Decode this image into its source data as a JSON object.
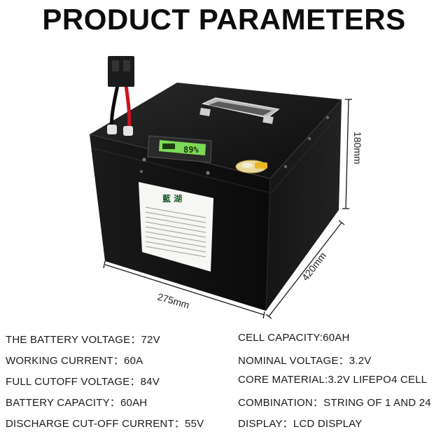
{
  "title": "PRODUCT PARAMETERS",
  "dimensions": {
    "length": "275mm",
    "width": "420mm",
    "height": "180mm"
  },
  "battery_display": {
    "reading": "89%"
  },
  "specs_left": [
    "THE BATTERY VOLTAGE：72V",
    "WORKING CURRENT：60A",
    "FULL CUTOFF VOLTAGE：84V",
    "BATTERY CAPACITY：60AH",
    "DISCHARGE CUT-OFF CURRENT：55V"
  ],
  "specs_right": [
    "CELL CAPACITY:60AH",
    "NOMINAL VOLTAGE：3.2V",
    "CORE MATERIAL:3.2V LIFEPO4 CELL",
    "COMBINATION：STRING OF 1 AND 24",
    "DISPLAY：LCD DISPLAY"
  ],
  "colors": {
    "battery_body": "#111111",
    "lcd_green": "#7ed957",
    "red_cable": "#c8141e"
  }
}
